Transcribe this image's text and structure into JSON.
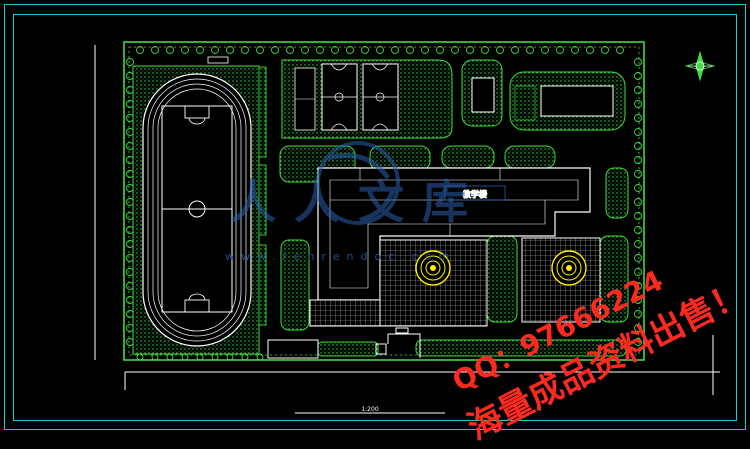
{
  "drawing": {
    "scale_label": "1:200",
    "building_label": "教学楼",
    "colors": {
      "background": "#000000",
      "frame": "#19c9d6",
      "greenery": "#3fdc3f",
      "lines": "#ffffff",
      "watermark_red": "#ff2a1f",
      "watermark_blue": "#2a5fae",
      "fountain": "#ffee00"
    }
  },
  "watermarks": {
    "site_brand": "人人文库",
    "site_url": "www.renrendoc.com",
    "contact": "QQ：97666224",
    "slogan": "海量成品资料出售！"
  },
  "icons": {
    "north_arrow": "compass-north-arrow-icon",
    "fountain": "fountain-icon"
  }
}
